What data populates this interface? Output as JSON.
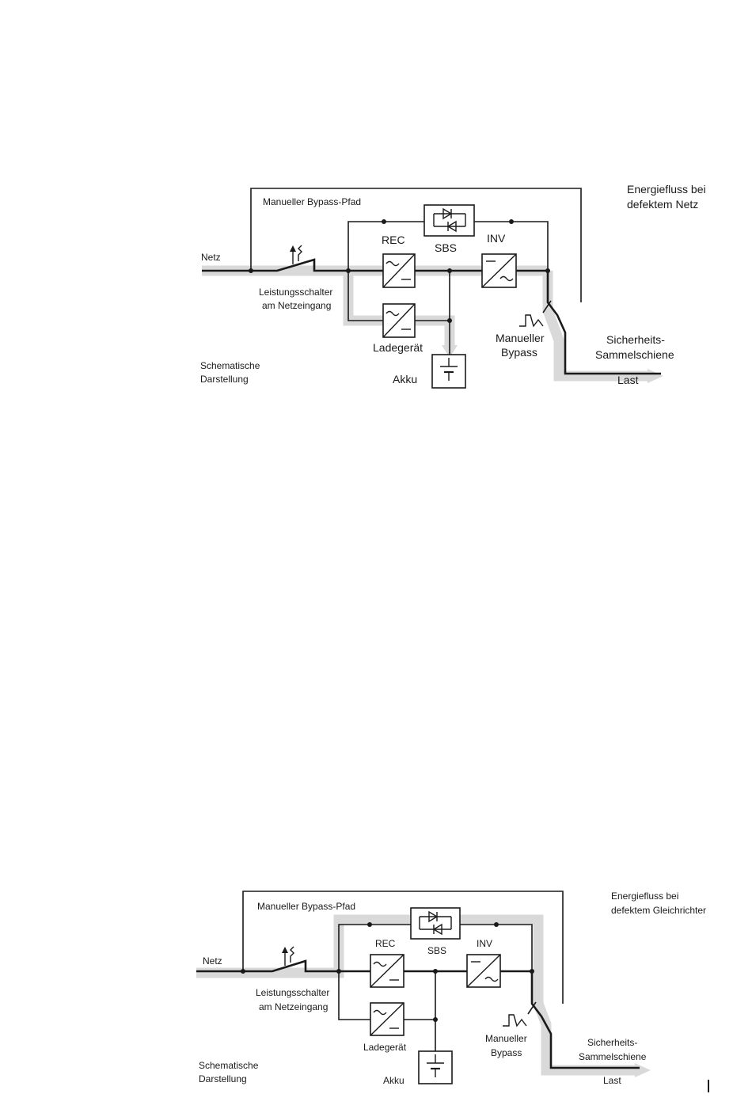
{
  "diagrams": [
    {
      "netz": "Netz",
      "bypass_path": "Manueller Bypass-Pfad",
      "breaker_line1": "Leistungsschalter",
      "breaker_line2": "am Netzeingang",
      "rec": "REC",
      "sbs": "SBS",
      "inv": "INV",
      "charger": "Ladegerät",
      "battery": "Akku",
      "manual_bypass_line1": "Manueller",
      "manual_bypass_line2": "Bypass",
      "busbar_line1": "Sicherheits-",
      "busbar_line2": "Sammelschiene",
      "load": "Last",
      "schematic_line1": "Schematische",
      "schematic_line2": "Darstellung",
      "title_line1": "Energiefluss bei",
      "title_line2": "defektem Netz"
    },
    {
      "netz": "Netz",
      "bypass_path": "Manueller Bypass-Pfad",
      "breaker_line1": "Leistungsschalter",
      "breaker_line2": "am Netzeingang",
      "rec": "REC",
      "sbs": "SBS",
      "inv": "INV",
      "charger": "Ladegerät",
      "battery": "Akku",
      "manual_bypass_line1": "Manueller",
      "manual_bypass_line2": "Bypass",
      "busbar_line1": "Sicherheits-",
      "busbar_line2": "Sammelschiene",
      "load": "Last",
      "schematic_line1": "Schematische",
      "schematic_line2": "Darstellung",
      "title_line1": "Energiefluss bei",
      "title_line2": "defektem Gleichrichter"
    }
  ],
  "colors": {
    "line": "#1a1a1a",
    "energy_flow": "#d9d9d9",
    "background": "#ffffff"
  }
}
